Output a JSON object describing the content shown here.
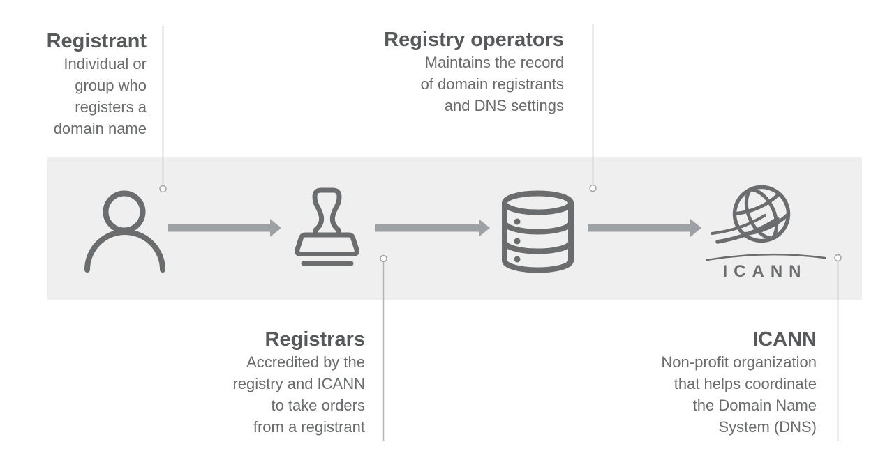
{
  "theme": {
    "band_color": "#efefef",
    "icon_color": "#6b6c6e",
    "arrow_color": "#9da0a4",
    "heading_color": "#57585a",
    "body_color": "#6a6b6d",
    "connector_line_color": "#b6b6b6",
    "connector_dot_stroke": "#a3a3a3",
    "connector_dot_fill": "#ffffff"
  },
  "diagram": {
    "icann_wordmark": "ICANN",
    "nodes": [
      {
        "id": "registrant",
        "heading": "Registrant",
        "lines": [
          "Individual or",
          "group who",
          "registers a",
          "domain name"
        ],
        "icon": "person-icon",
        "label_position": "top"
      },
      {
        "id": "registrars",
        "heading": "Registrars",
        "lines": [
          "Accredited by the",
          "registry and ICANN",
          "to take orders",
          "from a registrant"
        ],
        "icon": "stamp-icon",
        "label_position": "bottom"
      },
      {
        "id": "registry-operators",
        "heading": "Registry operators",
        "lines": [
          "Maintains the record",
          "of domain registrants",
          "and DNS settings"
        ],
        "icon": "database-icon",
        "label_position": "top"
      },
      {
        "id": "icann",
        "heading": "ICANN",
        "lines": [
          "Non-profit organization",
          "that helps coordinate",
          "the Domain Name",
          "System (DNS)"
        ],
        "icon": "icann-logo",
        "label_position": "bottom"
      }
    ]
  }
}
